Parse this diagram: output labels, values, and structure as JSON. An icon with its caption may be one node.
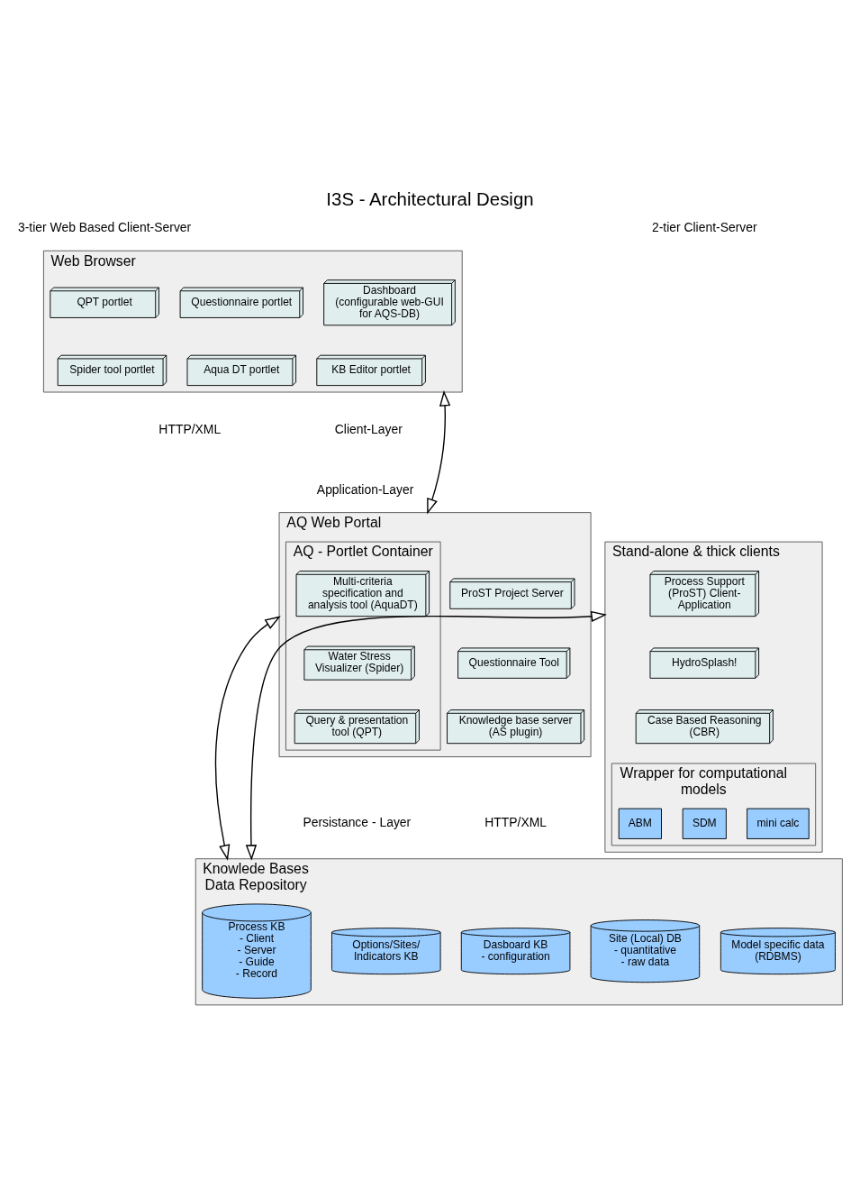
{
  "diagram": {
    "title": "I3S - Architectural Design",
    "nodes": [
      {
        "text": [
          "Web Browser"
        ]
      },
      {
        "text": [
          "Dashboard (configurable web-GUI for AQS-DB)"
        ],
        "in": 0
      },
      {
        "text": [
          "QPT portlet"
        ],
        "in": 0
      },
      {
        "text": [
          "Questionnaire portlet"
        ],
        "in": 0
      },
      {
        "text": [
          "KB Editor portlet"
        ],
        "in": 0
      },
      {
        "text": [
          "Spider tool portlet"
        ],
        "in": 0
      },
      {
        "text": [
          "Aqua DT portlet"
        ],
        "in": 0
      },
      {
        "text": [
          "Stand-alone & thick clients"
        ]
      },
      {
        "text": [
          "Process Support (ProST) Client-Application"
        ],
        "in": 7
      },
      {
        "text": [
          "HydroSplash!"
        ],
        "in": 7
      },
      {
        "text": [
          "Case Based Reasoning (CBR)"
        ],
        "in": 7
      },
      {
        "text": [
          "Wrapper for computational models"
        ],
        "in": 7
      },
      {
        "text": [
          "ABM"
        ],
        "in": 11
      },
      {
        "text": [
          "SDM"
        ],
        "in": 11
      },
      {
        "text": [
          "mini calc"
        ],
        "in": 11
      },
      {
        "text": [
          "AQ Web Portal"
        ]
      },
      {
        "text": [
          "AQ - Portlet Container"
        ],
        "in": 15
      },
      {
        "text": [
          "Multi-criteria specification and analysis tool (AquaDT)"
        ],
        "in": 16
      },
      {
        "text": [
          "Water Stress Visualizer (Spider)"
        ],
        "in": 16
      },
      {
        "text": [
          "Query & presentation tool (QPT)"
        ],
        "in": 16
      },
      {
        "text": [
          "ProST Project Server"
        ],
        "in": 15
      },
      {
        "text": [
          "Questionnaire Tool"
        ],
        "in": 15
      },
      {
        "text": [
          "Knowledge base server (AS plugin)"
        ],
        "in": 15
      },
      {
        "text": [
          "Knowlede Bases",
          "Data Repository"
        ]
      },
      {
        "text": [
          "Process KB",
          "- Client",
          "- Server",
          "- Guide",
          "- Record"
        ],
        "in": 23
      },
      {
        "text": [
          "Options/Sites/ Indicators KB"
        ],
        "in": 23
      },
      {
        "text": [
          "Dasboard KB",
          "- configuration"
        ],
        "in": 23
      },
      {
        "text": [
          "Site (Local) DB",
          "- quantitative",
          "- raw data"
        ],
        "in": 23
      },
      {
        "text": [
          "Model specific data (RDBMS)"
        ],
        "in": 23
      }
    ],
    "edges": [
      {
        "from": 0,
        "to": 15,
        "arrow": "both"
      },
      {
        "from": 15,
        "to": 23,
        "arrow": "both"
      },
      {
        "from": 7,
        "to": 23,
        "arrow": "both"
      }
    ],
    "labels": [
      "3-tier Web Based Client-Server",
      "2-tier Client-Server",
      "Client-Layer",
      "Application-Layer",
      "HTTP/XML",
      "Persistance - Layer",
      "HTTP/XML"
    ]
  }
}
